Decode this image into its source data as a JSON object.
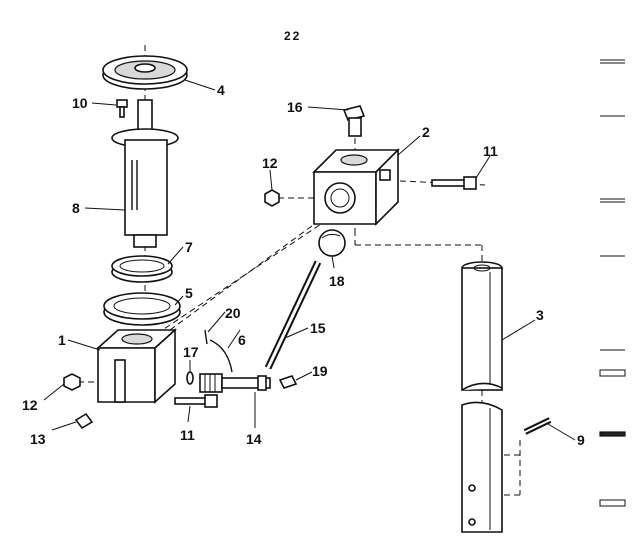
{
  "page_number": "22",
  "callouts": [
    "1",
    "2",
    "3",
    "4",
    "5",
    "6",
    "7",
    "8",
    "9",
    "10",
    "11",
    "11",
    "12",
    "12",
    "13",
    "14",
    "15",
    "16",
    "17",
    "18",
    "19",
    "20"
  ]
}
